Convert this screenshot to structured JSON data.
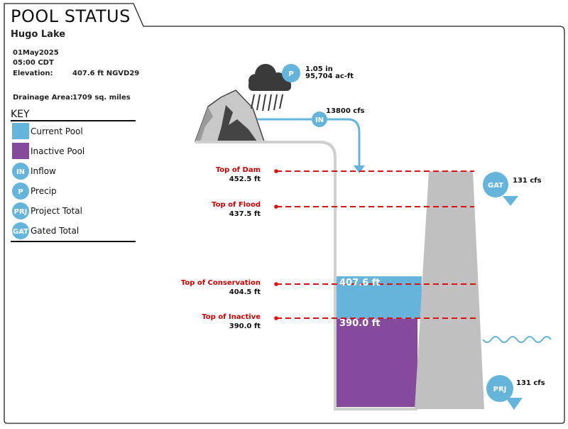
{
  "header": {
    "title": "POOL STATUS",
    "lake_name": "Hugo Lake"
  },
  "info": {
    "date": "01May2025",
    "time": "05:00 CDT",
    "elevation_label": "Elevation:",
    "elevation_value": "407.6 ft NGVD29",
    "drainage_label": "Drainage Area:",
    "drainage_value": "1709 sq. miles"
  },
  "key": {
    "title": "KEY",
    "items": [
      {
        "symbol": "",
        "label": "Current Pool",
        "color": "#64b4dc"
      },
      {
        "symbol": "",
        "label": "Inactive Pool",
        "color": "#864a9c"
      },
      {
        "symbol": "IN",
        "label": "Inflow",
        "color": "#64b4dc"
      },
      {
        "symbol": "P",
        "label": "Precip",
        "color": "#64b4dc"
      },
      {
        "symbol": "PRJ",
        "label": "Project Total",
        "color": "#64b4dc"
      },
      {
        "symbol": "GAT",
        "label": "Gated Total",
        "color": "#64b4dc"
      }
    ]
  },
  "precip": {
    "symbol": "P",
    "depth": "1.05 in",
    "volume": "95,704 ac-ft"
  },
  "inflow": {
    "symbol": "IN",
    "value": "13800 cfs"
  },
  "gated": {
    "symbol": "GAT",
    "value": "131 cfs"
  },
  "project": {
    "symbol": "PRJ",
    "value": "131 cfs"
  },
  "levels": [
    {
      "name": "Top of Dam",
      "value": "452.5 ft"
    },
    {
      "name": "Top of Flood",
      "value": "437.5 ft"
    },
    {
      "name": "Top of Conservation",
      "value": "404.5 ft"
    },
    {
      "name": "Top of Inactive",
      "value": "390.0 ft"
    }
  ],
  "pool": {
    "current_label": "407.6 ft",
    "inactive_label": "390.0 ft"
  },
  "colors": {
    "current_pool": "#64b4dc",
    "inactive_pool": "#864a9c",
    "level_line": "#dd1111",
    "dam": "#c0c0c0",
    "badge": "#64b4dc"
  }
}
